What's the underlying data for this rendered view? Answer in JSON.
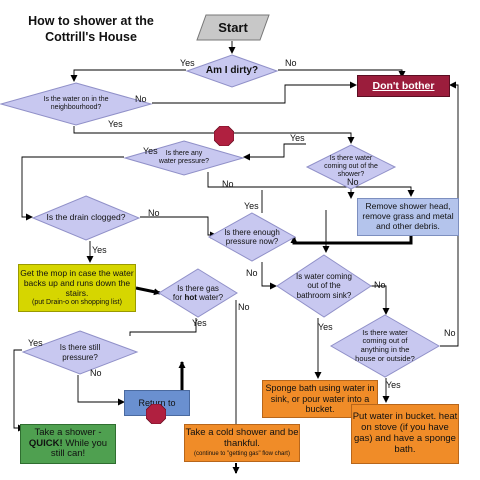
{
  "title": "How to shower at the Cottrill's House",
  "start": "Start",
  "q_dirty": "Am I dirty?",
  "dont_bother": "Don't bother",
  "q_water_on": "Is the water on in the neighbourhood?",
  "q_shower_water": "Is there water coming out of the shower?",
  "q_pressure": "Is there any water pressure?",
  "remove_head": "Remove shower head, remove grass and metal and other debris.",
  "q_drain": "Is the drain clogged?",
  "q_enough_pressure": "Is there enough pressure now?",
  "mop_main": "Get the mop in case the water backs up and runs down the stairs.",
  "mop_note": "(put Drain-o on shopping list)",
  "q_gas_a": "Is there gas for ",
  "q_gas_b": "hot",
  "q_gas_c": " water?",
  "q_sink": "Is water coming out of the bathroom sink?",
  "q_still_pressure": "Is there still pressure?",
  "q_anything": "Is there water coming out of anything in the house or outside?",
  "return_to": "Return to",
  "sponge_sink": "Sponge bath using water in sink, or pour water into a bucket.",
  "bucket": "Put water in bucket. heat on stove (if you have gas) and have a sponge bath.",
  "cold_main": "Take a cold shower and be thankful.",
  "cold_note": "(continue to \"getting gas\" flow chart)",
  "quick_a": "Take a shower - ",
  "quick_b": "QUICK!",
  "quick_c": " While you still can!",
  "yes": "Yes",
  "no": "No",
  "colors": {
    "diamond_fill": "#c8c8f0",
    "diamond_stroke": "#9090c8",
    "blue_box": "#b4c4ec",
    "maroon": "#9b1d3c",
    "yellow": "#d6d600",
    "orange": "#f08c28",
    "green": "#4fa050",
    "steel": "#6a90d0",
    "stop": "#b02040",
    "start": "#c8c8c8"
  }
}
